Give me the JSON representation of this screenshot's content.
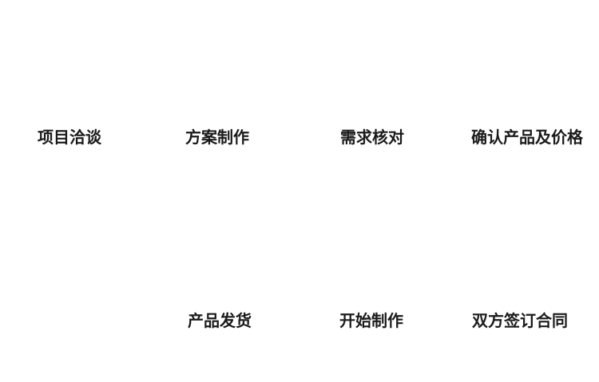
{
  "diagram": {
    "title": "",
    "flow_direction": "top row left-to-right, then bottom row right-to-left",
    "steps_top": [
      {
        "label": "项目洽谈"
      },
      {
        "label": "方案制作"
      },
      {
        "label": "需求核对"
      },
      {
        "label": "确认产品及价格"
      }
    ],
    "steps_bottom": [
      {
        "label": "产品发货"
      },
      {
        "label": "开始制作"
      },
      {
        "label": "双方签订合同"
      }
    ],
    "colors": {
      "background": "#ffffff",
      "text": "#1a1a1a"
    }
  }
}
